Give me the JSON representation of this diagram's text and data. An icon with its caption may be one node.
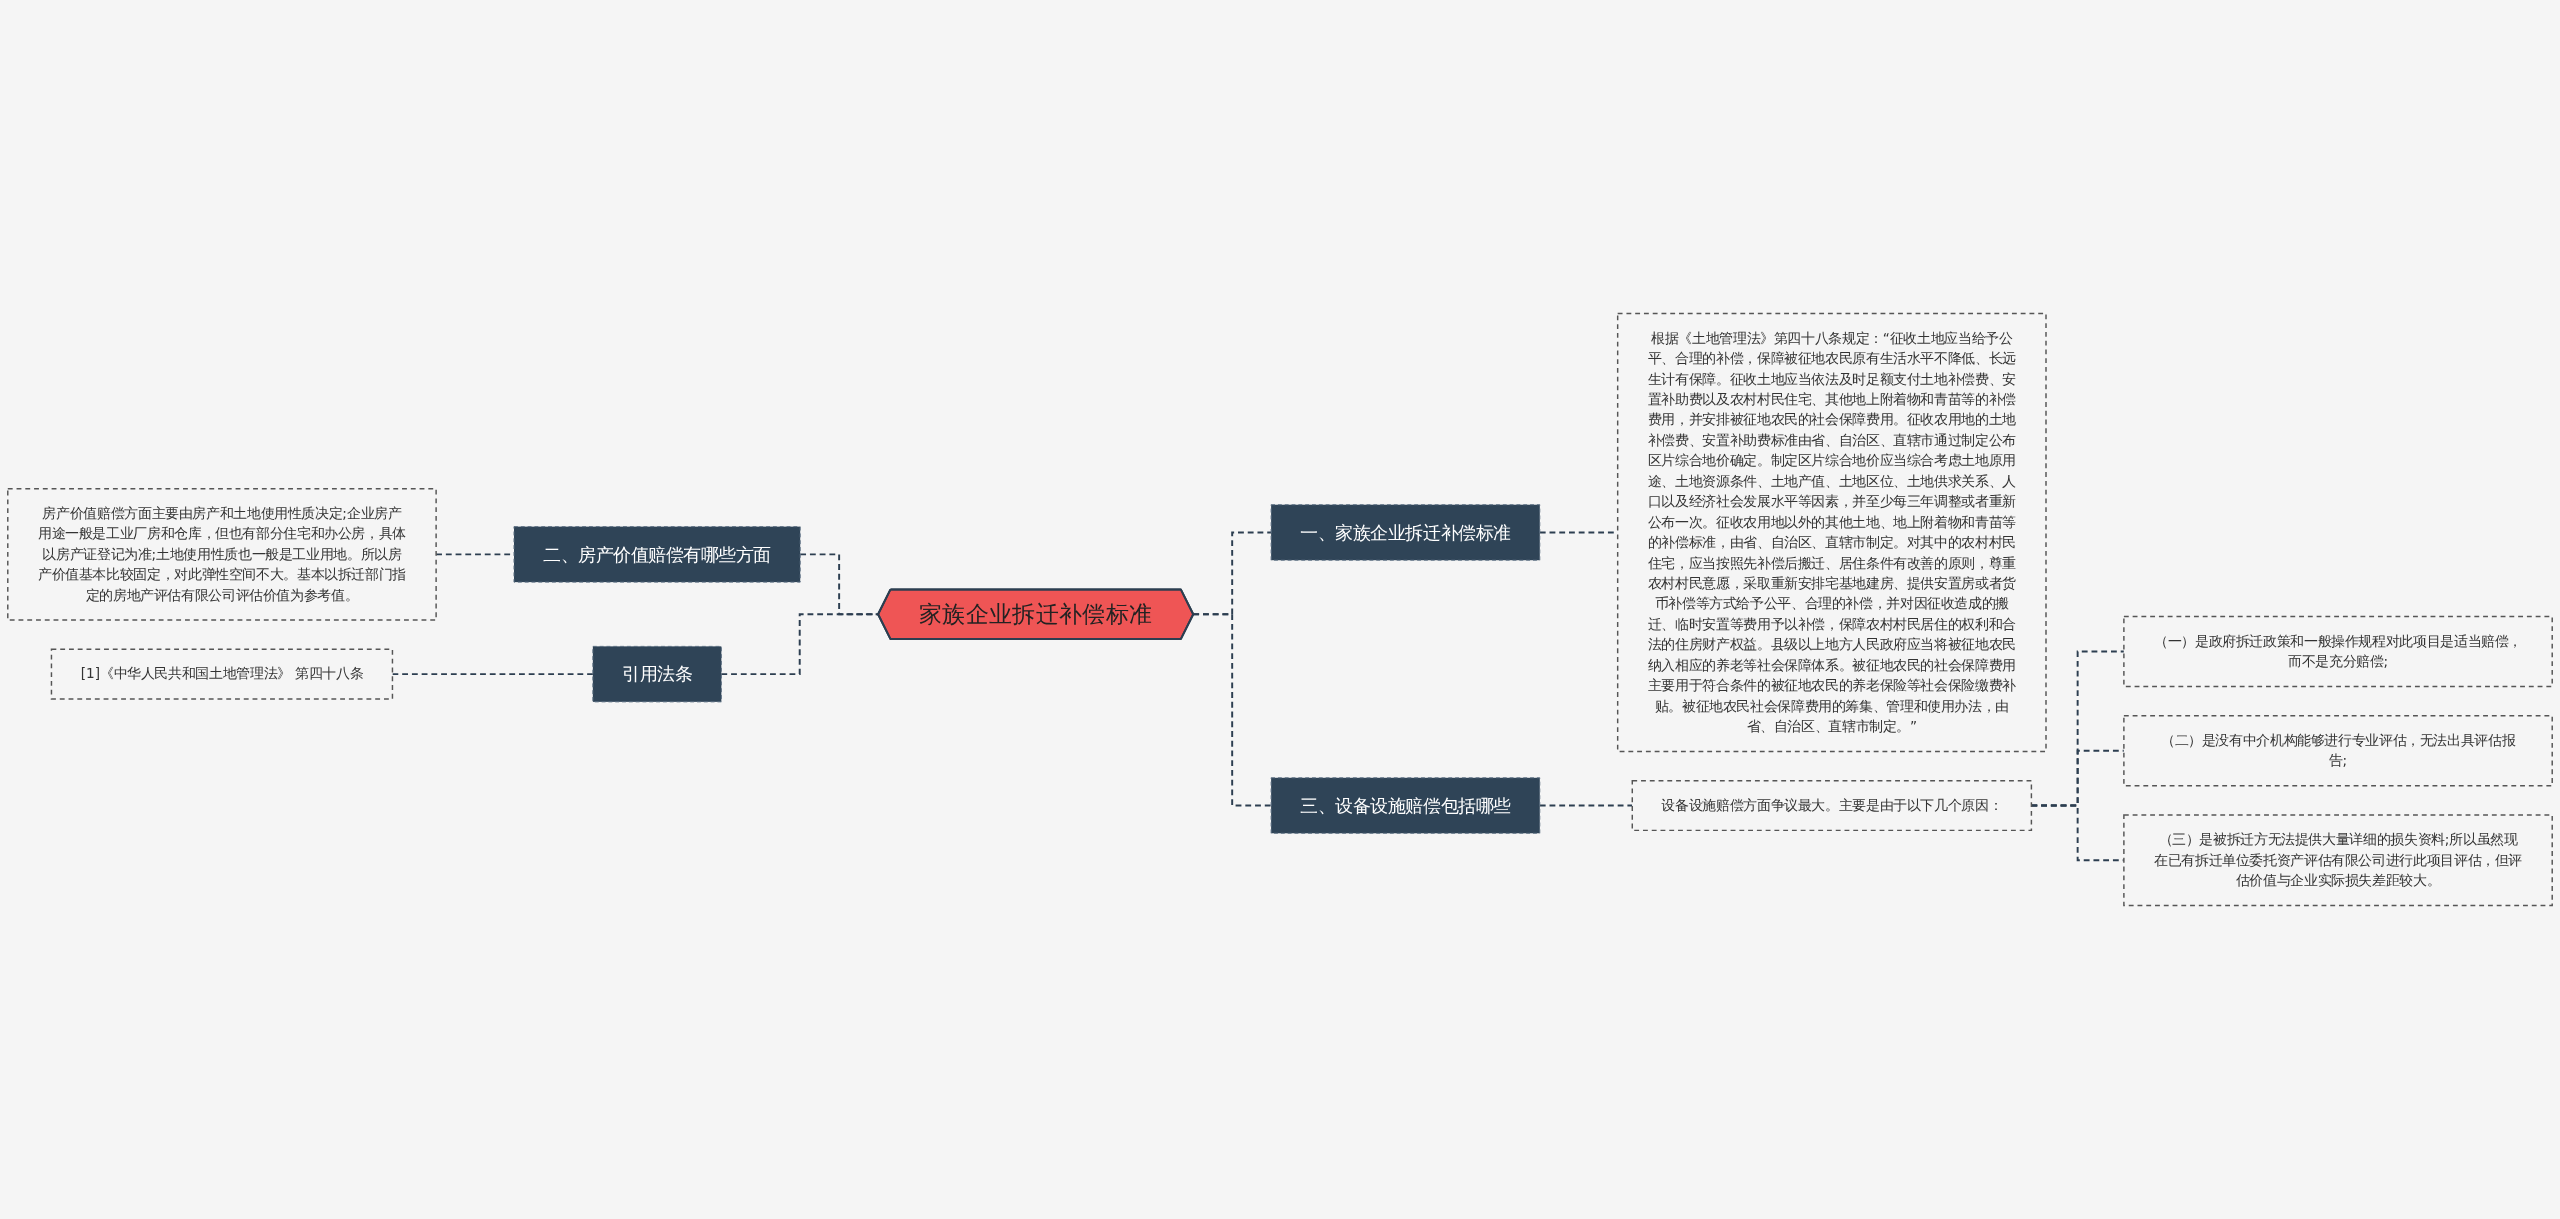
{
  "diagram": {
    "nodes": [
      {
        "text": [
          "家族企业拆迁补偿标准"
        ]
      },
      {
        "text": [
          "一、家族企业拆迁补偿标准"
        ]
      },
      {
        "text": [
          "根据《土地管理法》第四十八条规定：“征收土地应当给予公平、合理的补偿，保障被征地农民原有生活水平不降低、长远生计有保障。征收土地应当依法及时足额支付土地补偿费、安置补助费以及农村村民住宅、其他地上附着物和青苗等的补偿费用，并安排被征地农民的社会保障费用。征收农用地的土地补偿费、安置补助费标准由省、自治区、直辖市通过制定公布区片综合地价确定。制定区片综合地价应当综合考虑土地原用途、土地资源条件、土地产值、土地区位、土地供求关系、人口以及经济社会发展水平等因素，并至少每三年调整或者重新公布一次。征收农用地以外的其他土地、地上附着物和青苗等的补偿标准，由省、自治区、直辖市制定。对其中的农村村民住宅，应当按照先补偿后搬迁、居住条件有改善的原则，尊重农村村民意愿，采取重新安排宅基地建房、提供安置房或者货币补偿等方式给予公平、合理的补偿，并对因征收造成的搬迁、临时安置等费用予以补偿，保障农村村民居住的权利和合法的住房财产权益。县级以上地方人民政府应当将被征地农民纳入相应的养老等社会保障体系。被征地农民的社会保障费用主要用于符合条件的被征地农民的养老保险等社会保险缴费补贴。被征地农民社会保障费用的筹集、管理和使用办法，由省、自治区、直辖市制定。”"
        ]
      },
      {
        "text": [
          "三、设备设施赔偿包括哪些"
        ]
      },
      {
        "text": [
          "设备设施赔偿方面争议最大。主要是由于以下几个原因："
        ]
      },
      {
        "text": [
          "（一）是政府拆迁政策和一般操作规程对此项目是适当赔偿，而不是充分赔偿;"
        ]
      },
      {
        "text": [
          "（二）是没有中介机构能够进行专业评估，无法出具评估报告;"
        ]
      },
      {
        "text": [
          "（三）是被拆迁方无法提供大量详细的损失资料;所以虽然现在已有拆迁单位委托资产评估有限公司进行此项目评估，但评估价值与企业实际损失差距较大。"
        ]
      },
      {
        "text": [
          "二、房产价值赔偿有哪些方面"
        ]
      },
      {
        "text": [
          "房产价值赔偿方面主要由房产和土地使用性质决定;企业房产用途一般是工业厂房和仓库，但也有部分住宅和办公房，具体以房产证登记为准;土地使用性质也一般是工业用地。所以房产价值基本比较固定，对此弹性空间不大。基本以拆迁部门指定的房地产评估有限公司评估价值为参考值。"
        ]
      },
      {
        "text": [
          "引用法条"
        ]
      },
      {
        "text": [
          "[1]《中华人民共和国土地管理法》 第四十八条"
        ]
      }
    ],
    "edges": [
      {
        "from": 0,
        "to": 1,
        "arrow": "none",
        "style": "dashed"
      },
      {
        "from": 1,
        "to": 2,
        "arrow": "none",
        "style": "dashed"
      },
      {
        "from": 0,
        "to": 3,
        "arrow": "none",
        "style": "dashed"
      },
      {
        "from": 3,
        "to": 4,
        "arrow": "none",
        "style": "dashed"
      },
      {
        "from": 4,
        "to": 5,
        "arrow": "none",
        "style": "dashed"
      },
      {
        "from": 4,
        "to": 6,
        "arrow": "none",
        "style": "dashed"
      },
      {
        "from": 4,
        "to": 7,
        "arrow": "none",
        "style": "dashed"
      },
      {
        "from": 8,
        "to": 0,
        "arrow": "none",
        "style": "dashed"
      },
      {
        "from": 9,
        "to": 8,
        "arrow": "none",
        "style": "dashed"
      },
      {
        "from": 10,
        "to": 0,
        "arrow": "none",
        "style": "dashed"
      },
      {
        "from": 11,
        "to": 10,
        "arrow": "none",
        "style": "dashed"
      }
    ]
  }
}
